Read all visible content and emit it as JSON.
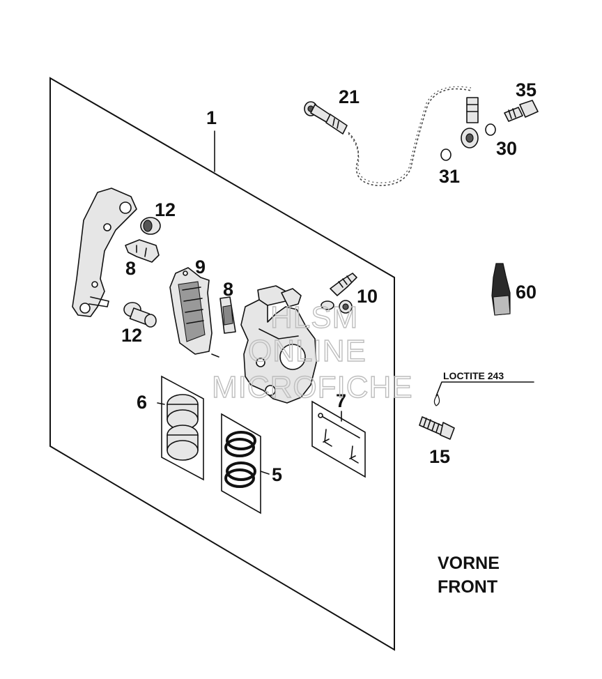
{
  "callouts": {
    "c1": "1",
    "c5": "5",
    "c6": "6",
    "c7": "7",
    "c8a": "8",
    "c8b": "8",
    "c9": "9",
    "c10": "10",
    "c12a": "12",
    "c12b": "12",
    "c15": "15",
    "c21": "21",
    "c30": "30",
    "c31": "31",
    "c35": "35",
    "c60": "60"
  },
  "loctite_label": "LOCTITE 243",
  "caption": {
    "line1": "VORNE",
    "line2": "FRONT"
  },
  "watermark": {
    "line1": "HLSM",
    "line2": "ONLINE",
    "line3": "MICROFICHE"
  }
}
